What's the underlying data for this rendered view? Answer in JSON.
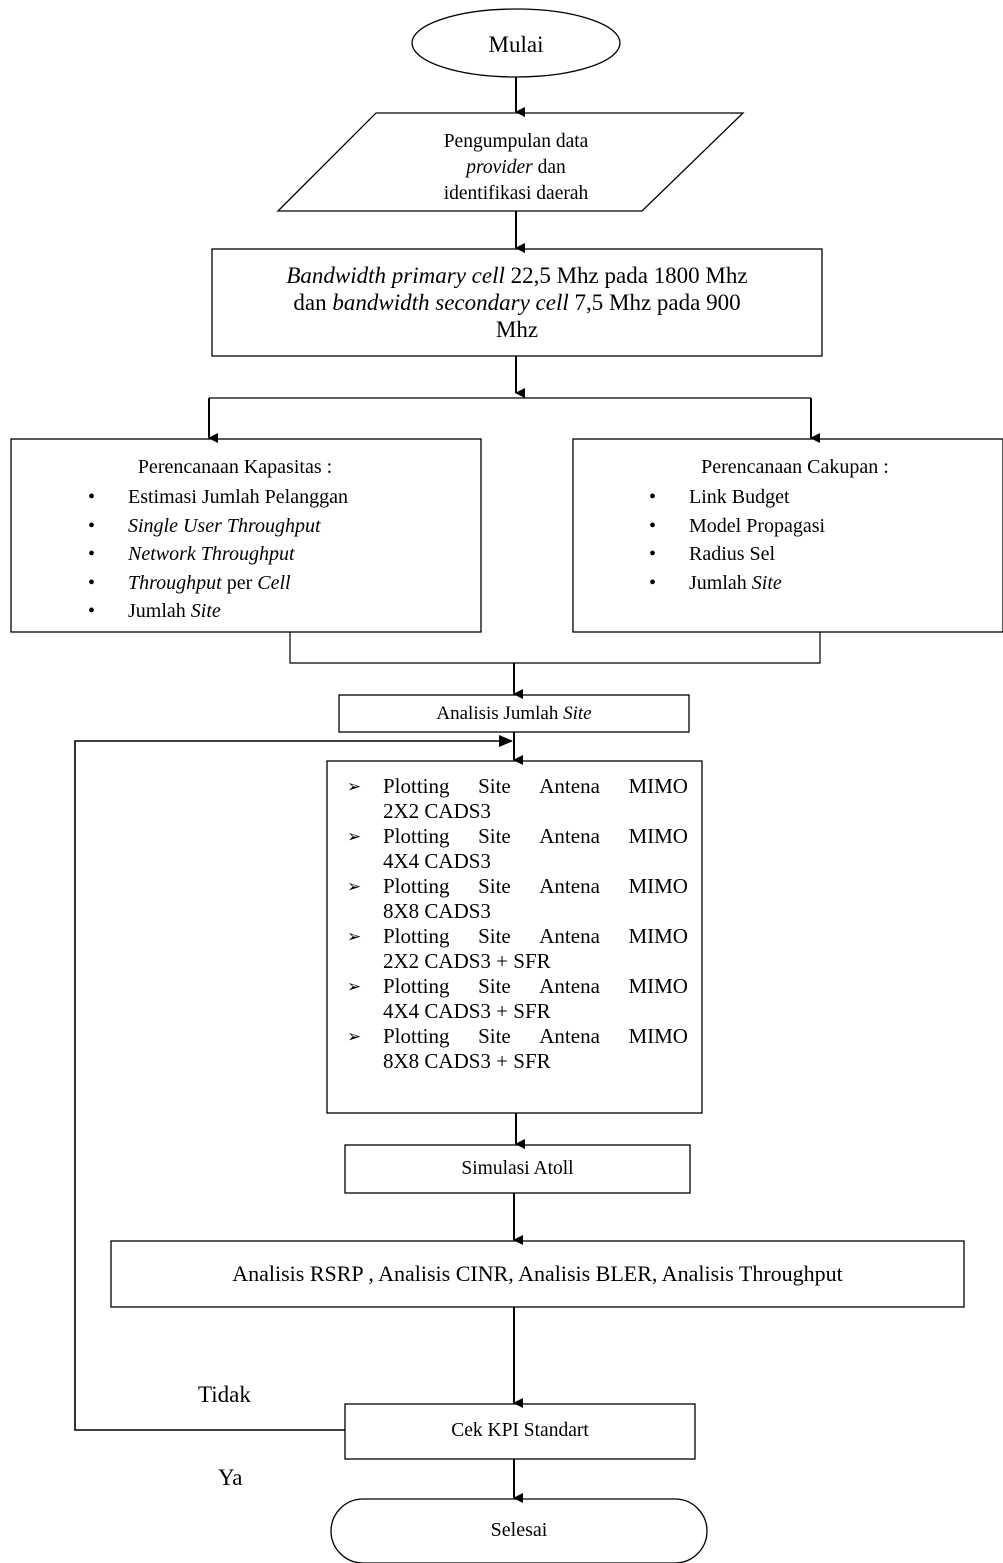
{
  "start": "Mulai",
  "data_collection": [
    "Pengumpulan data",
    "provider",
    "dan",
    "identifikasi daerah"
  ],
  "bandwidth": {
    "line1_italic": "Bandwidth primary cell",
    "line1_rest": "22,5 Mhz pada 1800 Mhz",
    "line2_pre": "dan",
    "line2_italic": "bandwidth secondary cell",
    "line2_rest": "7,5 Mhz pada 900",
    "line3": "Mhz"
  },
  "capacity": {
    "title": "Perencanaan Kapasitas :",
    "items": [
      {
        "text": "Estimasi Jumlah Pelanggan"
      },
      {
        "italic": "Single User Throughput"
      },
      {
        "italic": "Network Throughput"
      },
      {
        "italic": "Throughput",
        "mid": " per ",
        "italic2": "Cell"
      },
      {
        "text": "Jumlah ",
        "italic": "Site"
      }
    ],
    "bullet": "•"
  },
  "coverage": {
    "title": "Perencanaan Cakupan :",
    "items": [
      {
        "text": "Link Budget"
      },
      {
        "text": "Model Propagasi"
      },
      {
        "text": "Radius Sel"
      },
      {
        "text": "Jumlah ",
        "italic": "Site"
      }
    ]
  },
  "site_analysis": {
    "text": "Analisis Jumlah ",
    "italic": "Site"
  },
  "plotting": {
    "arrow": "➢",
    "items": [
      {
        "words": [
          "Plotting",
          "Site",
          "Antena",
          "MIMO"
        ],
        "second": "2X2 CADS3"
      },
      {
        "words": [
          "Plotting",
          "Site",
          "Antena",
          "MIMO"
        ],
        "second": "4X4 CADS3"
      },
      {
        "words": [
          "Plotting",
          "Site",
          "Antena",
          "MIMO"
        ],
        "second": "8X8 CADS3"
      },
      {
        "words": [
          "Plotting",
          "Site",
          "Antena",
          "MIMO"
        ],
        "second": "2X2 CADS3 + SFR"
      },
      {
        "words": [
          "Plotting",
          "Site",
          "Antena",
          "MIMO"
        ],
        "second": "4X4 CADS3 + SFR"
      },
      {
        "words": [
          "Plotting",
          "Site",
          "Antena",
          "MIMO"
        ],
        "second": "8X8 CADS3 + SFR"
      }
    ]
  },
  "simulation": "Simulasi Atoll",
  "analysis": "Analisis RSRP , Analisis CINR, Analisis BLER, Analisis Throughput",
  "kpi_check": "Cek KPI Standart",
  "no_label": "Tidak",
  "yes_label": "Ya",
  "end": "Selesai"
}
